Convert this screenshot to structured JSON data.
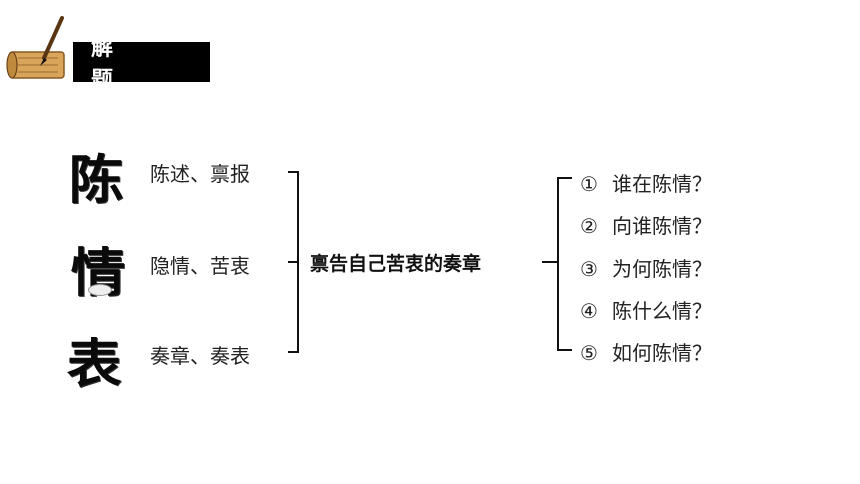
{
  "header": {
    "title": "解 题",
    "icon": "scroll-brush-icon"
  },
  "calligraphy": [
    "陈",
    "情",
    "表"
  ],
  "meanings": [
    "陈述、禀报",
    "隐情、苦衷",
    "奏章、奏表"
  ],
  "center_text": "禀告自己苦衷的奏章",
  "questions": [
    {
      "num": "①",
      "text": "谁在陈情？"
    },
    {
      "num": "②",
      "text": "向谁陈情？"
    },
    {
      "num": "③",
      "text": "为何陈情？"
    },
    {
      "num": "④",
      "text": "陈什么情？"
    },
    {
      "num": "⑤",
      "text": "如何陈情？"
    }
  ],
  "colors": {
    "title_bg": "#000000",
    "title_fg": "#ffffff",
    "scroll": "#d8a55a"
  }
}
